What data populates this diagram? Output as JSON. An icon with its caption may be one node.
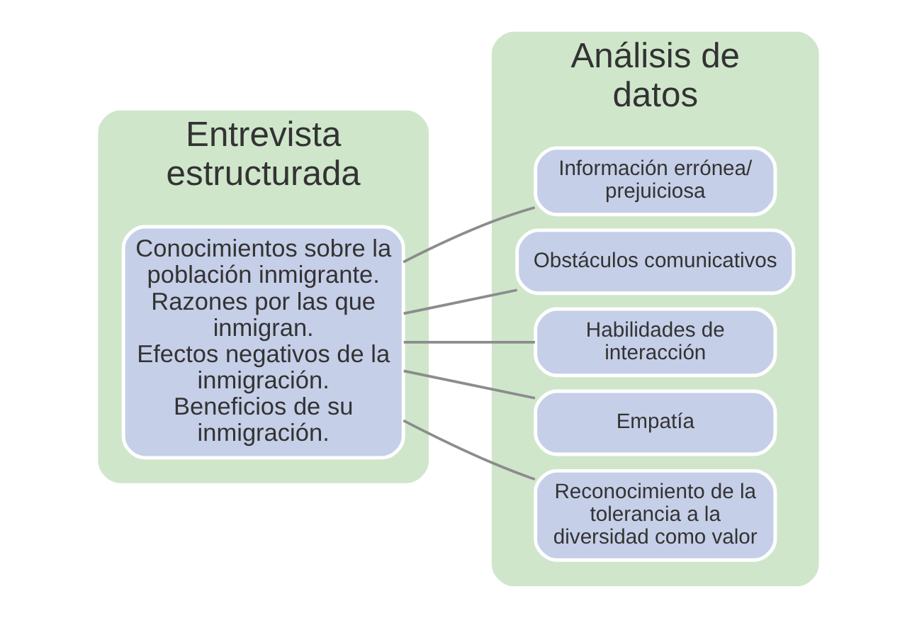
{
  "diagram": {
    "nodes": [
      {
        "text": [
          "Entrevista estructurada"
        ]
      },
      {
        "text": [
          "Conocimientos sobre la población inmigrante.",
          "Razones por las que inmigran.",
          "Efectos negativos de la inmigración.",
          "Beneficios de su inmigración."
        ],
        "in": 0
      },
      {
        "text": [
          "Análisis de datos"
        ]
      },
      {
        "text": [
          "Información errónea/ prejuiciosa"
        ],
        "in": 2
      },
      {
        "text": [
          "Obstáculos comunicativos"
        ],
        "in": 2
      },
      {
        "text": [
          "Habilidades de interacción"
        ],
        "in": 2
      },
      {
        "text": [
          "Empatía"
        ],
        "in": 2
      },
      {
        "text": [
          "Reconocimiento de la tolerancia a la diversidad como valor"
        ],
        "in": 2
      }
    ],
    "edges": [
      {
        "from": 1,
        "to": 3,
        "arrow": "none"
      },
      {
        "from": 1,
        "to": 4,
        "arrow": "none"
      },
      {
        "from": 1,
        "to": 5,
        "arrow": "none"
      },
      {
        "from": 1,
        "to": 6,
        "arrow": "none"
      },
      {
        "from": 1,
        "to": 7,
        "arrow": "none"
      }
    ]
  }
}
